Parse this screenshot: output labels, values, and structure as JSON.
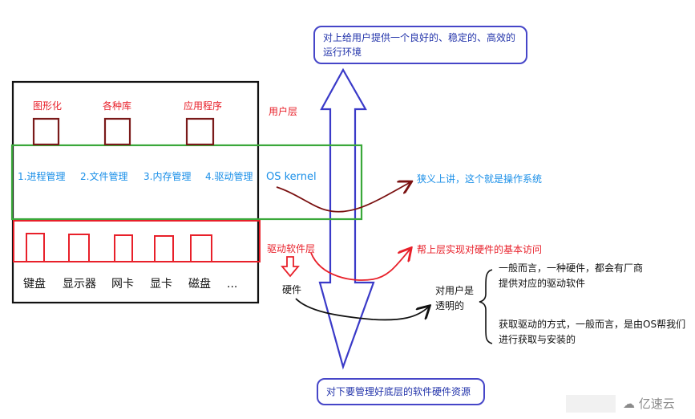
{
  "user_layer": {
    "graphics": "图形化",
    "libraries": "各种库",
    "apps": "应用程序",
    "label": "用户层"
  },
  "kernel": {
    "process": "1.进程管理",
    "file": "2.文件管理",
    "memory": "3.内存管理",
    "driver": "4.驱动管理",
    "label": "OS kernel",
    "note": "狭义上讲，这个就是操作系统"
  },
  "driver_layer": {
    "label": "驱动软件层",
    "note": "帮上层实现对硬件的基本访问"
  },
  "hardware": {
    "keyboard": "键盘",
    "display": "显示器",
    "nic": "网卡",
    "gpu": "显卡",
    "disk": "磁盘",
    "more": "...",
    "label": "硬件"
  },
  "transparency": {
    "line1": "对用户是",
    "line2": "透明的"
  },
  "notes": {
    "a1": "一般而言，一种硬件，都会有厂商",
    "a2": "提供对应的驱动软件",
    "b1": "获取驱动的方式，一般而言，是由OS帮我们",
    "b2": "进行获取与安装的"
  },
  "top_box": {
    "line1": "对上给用户提供一个良好的、稳定的、高效的",
    "line2": "运行环境"
  },
  "bottom_box": {
    "text": "对下要管理好底层的软件硬件资源"
  },
  "watermark": "亿速云",
  "colors": {
    "outer": "#111111",
    "kernel_box": "#3aa83a",
    "driver_box": "#e8202a",
    "user_squares": "#7a1a1a",
    "driver_squares": "#e8202a",
    "arrow": "#3a3ac8",
    "kernel_curve": "#7a1010",
    "driver_curve": "#e8202a",
    "hw_curve": "#111111"
  }
}
